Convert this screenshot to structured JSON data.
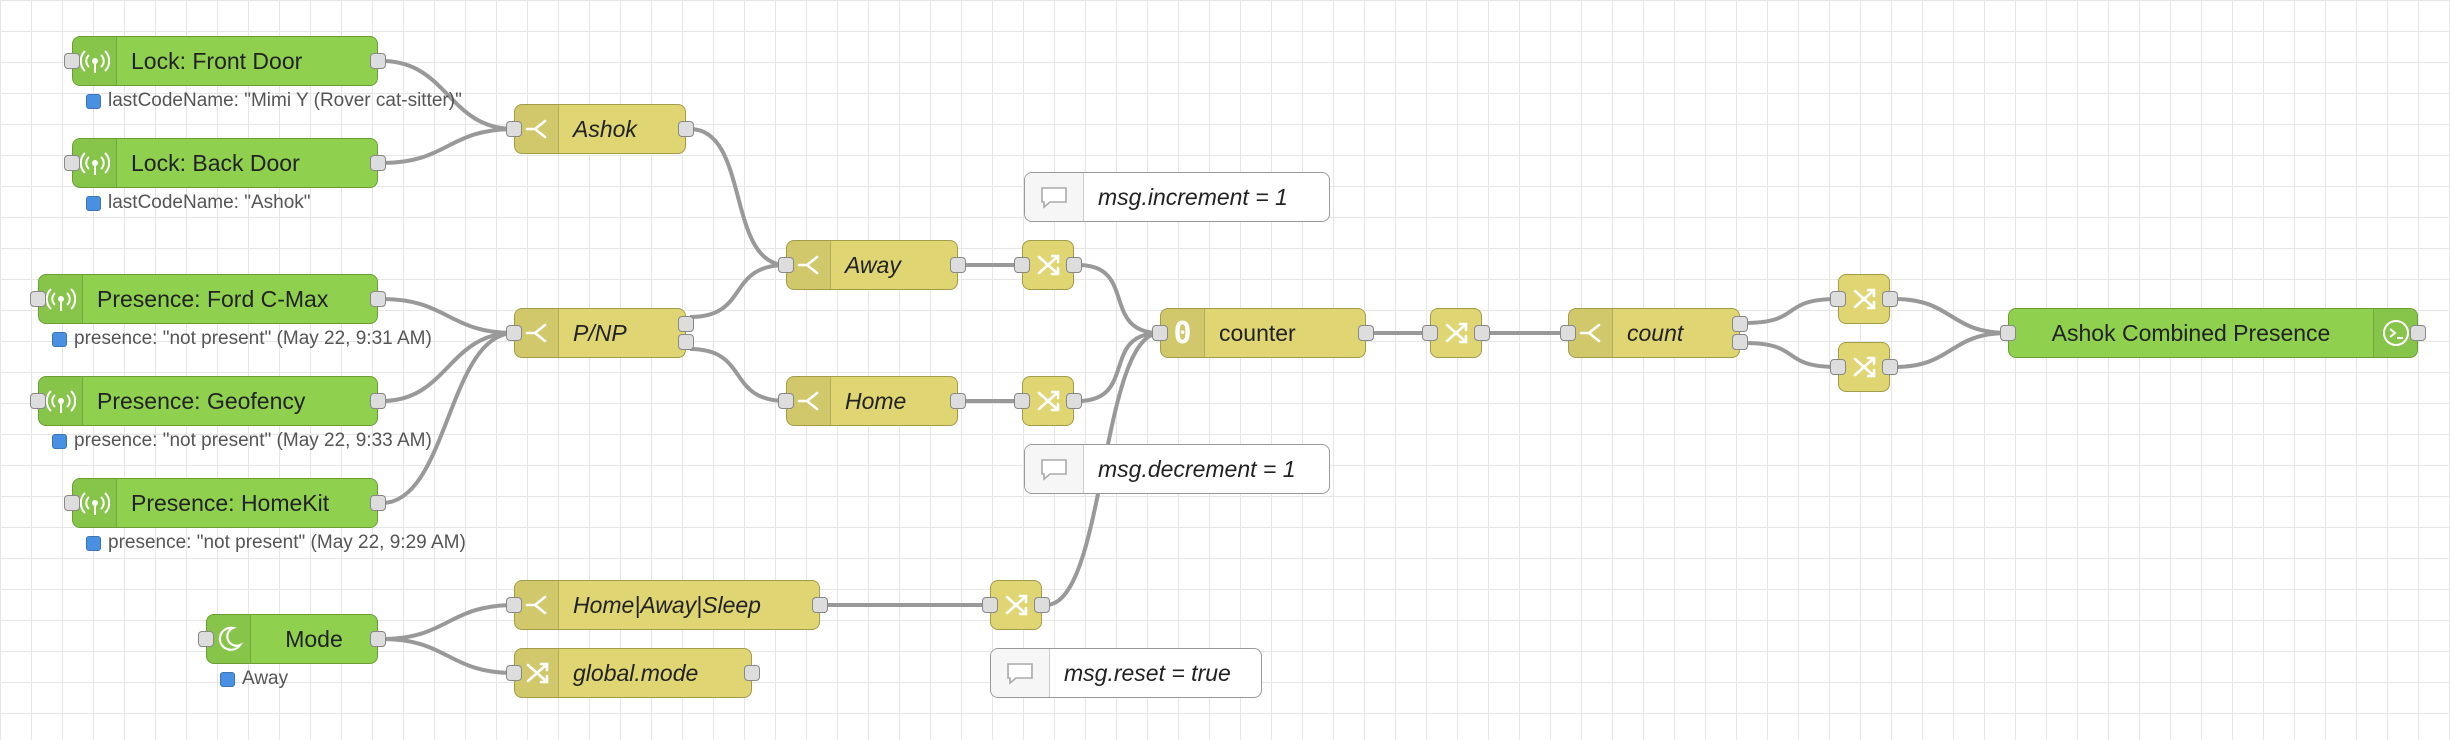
{
  "nodes": {
    "lock_front": {
      "label": "Lock: Front Door",
      "icon": "broadcast-icon",
      "status": "lastCodeName: \"Mimi Y (Rover cat-sitter)\""
    },
    "lock_back": {
      "label": "Lock: Back Door",
      "icon": "broadcast-icon",
      "status": "lastCodeName: \"Ashok\""
    },
    "presence_ford": {
      "label": "Presence: Ford C-Max",
      "icon": "broadcast-icon",
      "status": "presence: \"not present\" (May 22, 9:31 AM)"
    },
    "presence_geofency": {
      "label": "Presence: Geofency",
      "icon": "broadcast-icon",
      "status": "presence: \"not present\" (May 22, 9:33 AM)"
    },
    "presence_homekit": {
      "label": "Presence: HomeKit",
      "icon": "broadcast-icon",
      "status": "presence: \"not present\" (May 22, 9:29 AM)"
    },
    "mode": {
      "label": "Mode",
      "icon": "moon-icon",
      "status": "Away"
    },
    "switch_ashok": {
      "label": "Ashok",
      "icon": "switch-icon"
    },
    "switch_pnp": {
      "label": "P/NP",
      "icon": "switch-icon"
    },
    "switch_away": {
      "label": "Away",
      "icon": "switch-icon"
    },
    "switch_home": {
      "label": "Home",
      "icon": "switch-icon"
    },
    "switch_mode": {
      "label": "Home|Away|Sleep",
      "icon": "switch-icon"
    },
    "change_global_mode": {
      "label": "global.mode",
      "icon": "shuffle-icon"
    },
    "counter": {
      "label": "counter",
      "icon": "zero-icon",
      "icon_text": "0"
    },
    "switch_count": {
      "label": "count",
      "icon": "switch-icon"
    },
    "output": {
      "label": "Ashok Combined Presence",
      "icon": "terminal-icon"
    }
  },
  "comments": {
    "increment": "msg.increment = 1",
    "decrement": "msg.decrement = 1",
    "reset": "msg.reset = true"
  },
  "colors": {
    "input_node": "#8fd14f",
    "function_node": "#dfd573",
    "wire": "#999999",
    "status_dot": "#4a90e2"
  }
}
